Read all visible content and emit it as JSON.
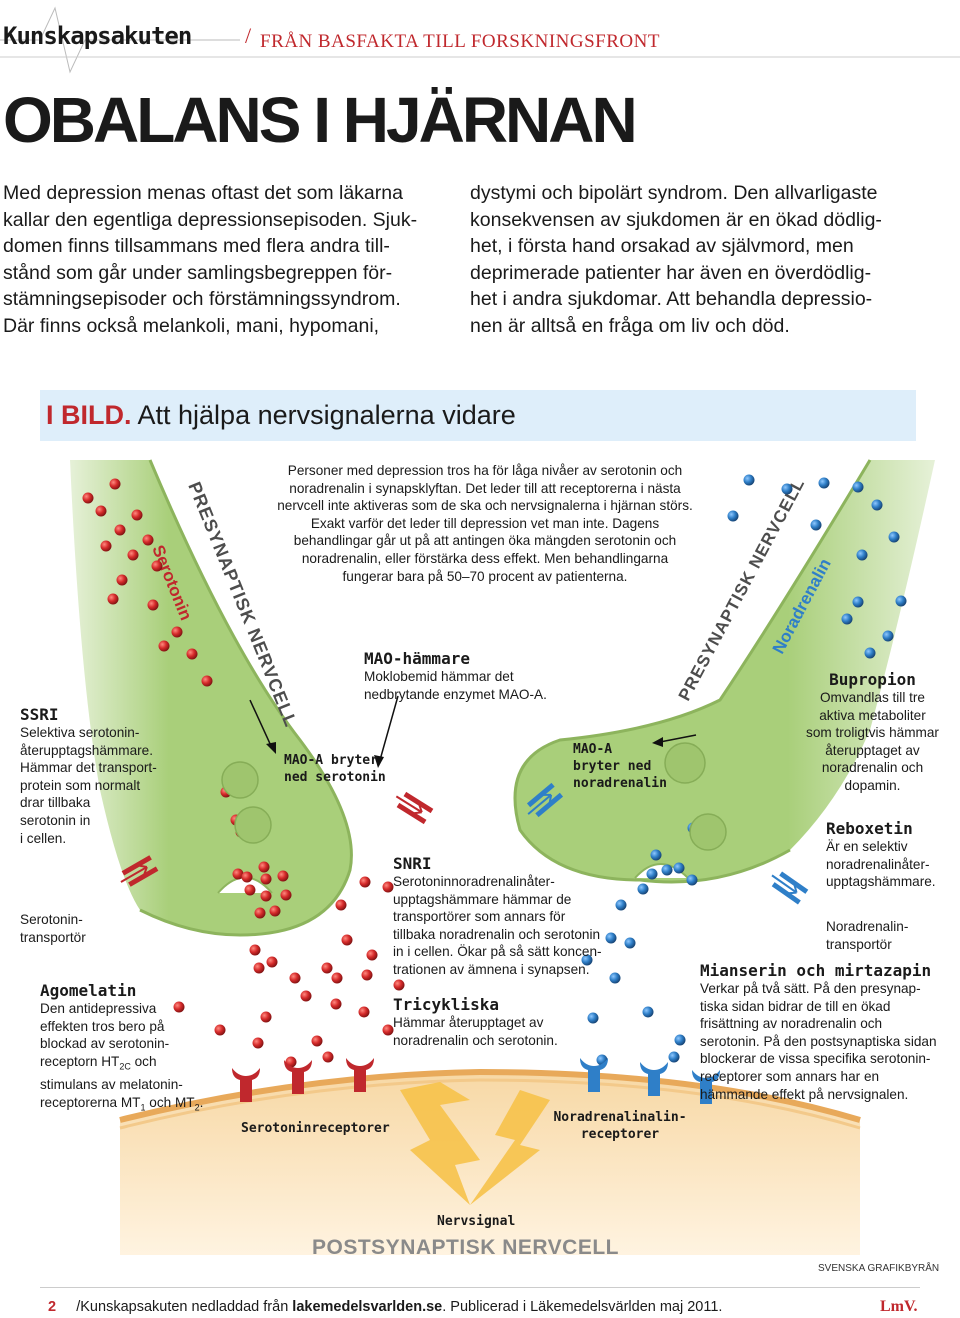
{
  "header": {
    "section": "Kunskapsakuten",
    "slash": "/",
    "subtitle": "FRÅN BASFAKTA TILL FORSKNINGSFRONT"
  },
  "title": "OBALANS I HJÄRNAN",
  "intro": {
    "left_lines": [
      "Med depression menas oftast det som läkarna",
      "kallar den egentliga depressionsepisoden. Sjuk-",
      "domen finns tillsammans med flera andra till-",
      "stånd som går under samlingsbegreppen för-",
      "stämningsepisoder och förstämningssyndrom.",
      "Där finns också melankoli, mani, hypomani,"
    ],
    "right_lines": [
      "dystymi och bipolärt syndrom. Den allvarligaste",
      "konsekvensen av sjukdomen är en ökad dödlig-",
      "het, i första hand orsakad av självmord, men",
      "deprimerade patienter har även en överdödlig-",
      "het i andra sjukdomar. Att behandla depressio-",
      "nen är alltså en fråga om liv och död."
    ]
  },
  "figure": {
    "label": "I BILD.",
    "heading": "Att hjälpa nervsignalerna vidare",
    "caption_lines": [
      "Personer med depression tros ha för låga nivåer av serotonin och",
      "noradrenalin i synapsklyftan. Det leder till att receptorerna i nästa",
      "nervcell inte aktiveras som de ska och nervsignalerna i hjärnan störs.",
      "Exakt varför det leder till depression vet man inte. Dagens",
      "behandlingar går ut på att antingen öka mängden serotonin och",
      "noradrenalin, eller förstärka dess effekt. Men behandlingarna",
      "fungerar bara på 50–70 procent av patienterna."
    ],
    "presynaptic_left": "PRESYNAPTISK NERVCELL",
    "serotonin": "Serotonin",
    "presynaptic_right": "PRESYNAPTISK NERVCELL",
    "noradrenalin": "Noradrenalin",
    "mao_label": "MAO-hämmare",
    "mao_lines": [
      "Moklobemid hämmar det",
      "nedbrytande enzymet MAO-A."
    ],
    "mao_ser_lines": [
      "MAO-A bryter",
      "ned serotonin"
    ],
    "mao_nor_lines": [
      "MAO-A",
      "bryter ned",
      "noradrenalin"
    ],
    "ssri_label": "SSRI",
    "ssri_lines": [
      "Selektiva serotonin-",
      "återupptagshämmare.",
      "Hämmar det transport-",
      "protein som normalt",
      "drar tillbaka",
      "serotonin in",
      "i cellen."
    ],
    "ser_transporter_lines": [
      "Serotonin-",
      "transportör"
    ],
    "agomelatin_label": "Agomelatin",
    "agomelatin_lines": [
      "Den antidepressiva",
      "effekten tros bero på",
      "blockad av serotonin-"
    ],
    "agomelatin_ht": "receptorn HT",
    "agomelatin_ht_sub": "2C",
    "agomelatin_ht_end": " och",
    "agomelatin_line5": "stimulans av melatonin-",
    "agomelatin_mt_a": "receptorerna MT",
    "agomelatin_mt_sub1": "1",
    "agomelatin_mt_b": " och MT",
    "agomelatin_mt_sub2": "2",
    "agomelatin_mt_end": ".",
    "snri_label": "SNRI",
    "snri_lines": [
      "Serotoninnoradrenalinåter-",
      "upptagshämmare hämmar de",
      "transportörer som annars för",
      "tillbaka noradrenalin och serotonin",
      "in i cellen. Ökar på så sätt koncen-",
      "trationen av ämnena i synapsen."
    ],
    "tri_label": "Tricykliska",
    "tri_lines": [
      "Hämmar återupptaget av",
      "noradrenalin och serotonin."
    ],
    "bupropion_label": "Bupropion",
    "bupropion_lines": [
      "Omvandlas till tre",
      "aktiva metaboliter",
      "som troligtvis hämmar",
      "återupptaget av",
      "noradrenalin och",
      "dopamin."
    ],
    "reboxetin_label": "Reboxetin",
    "reboxetin_lines": [
      "Är en selektiv",
      "noradrenalinåter-",
      "upptagshämmare."
    ],
    "nor_transporter_lines": [
      "Noradrenalin-",
      "transportör"
    ],
    "mianserin_label": "Mianserin och mirtazapin",
    "mianserin_lines": [
      "Verkar på två sätt. På den presynap-",
      "tiska sidan bidrar de till en ökad",
      "frisättning av noradrenalin och",
      "serotonin. På den postsynaptiska sidan",
      "blockerar de vissa specifika serotonin-",
      "receptorer som annars har en",
      "hämmande effekt på nervsignalen."
    ],
    "ser_receptors": "Serotoninreceptorer",
    "nor_receptors_lines": [
      "Noradrenalinalin-",
      "receptorer"
    ],
    "nervsignal": "Nervsignal",
    "postsynaptic": "POSTSYNAPTISK NERVCELL",
    "credit": "SVENSKA GRAFIKBYRÅN",
    "colors": {
      "cell": "#a9cf7a",
      "serotonin": "#d62b2b",
      "noradrenalin": "#2f7fc8",
      "postsynaptic": "#f3ce96",
      "accent": "#c0282d"
    }
  },
  "footer": {
    "page": "2",
    "text": "/Kunskapsakuten nedladdad från ",
    "site": "lakemedelsvarlden.se",
    "text2": ". Publicerad i Läkemedelsvärlden maj 2011.",
    "logo": "LmV."
  }
}
